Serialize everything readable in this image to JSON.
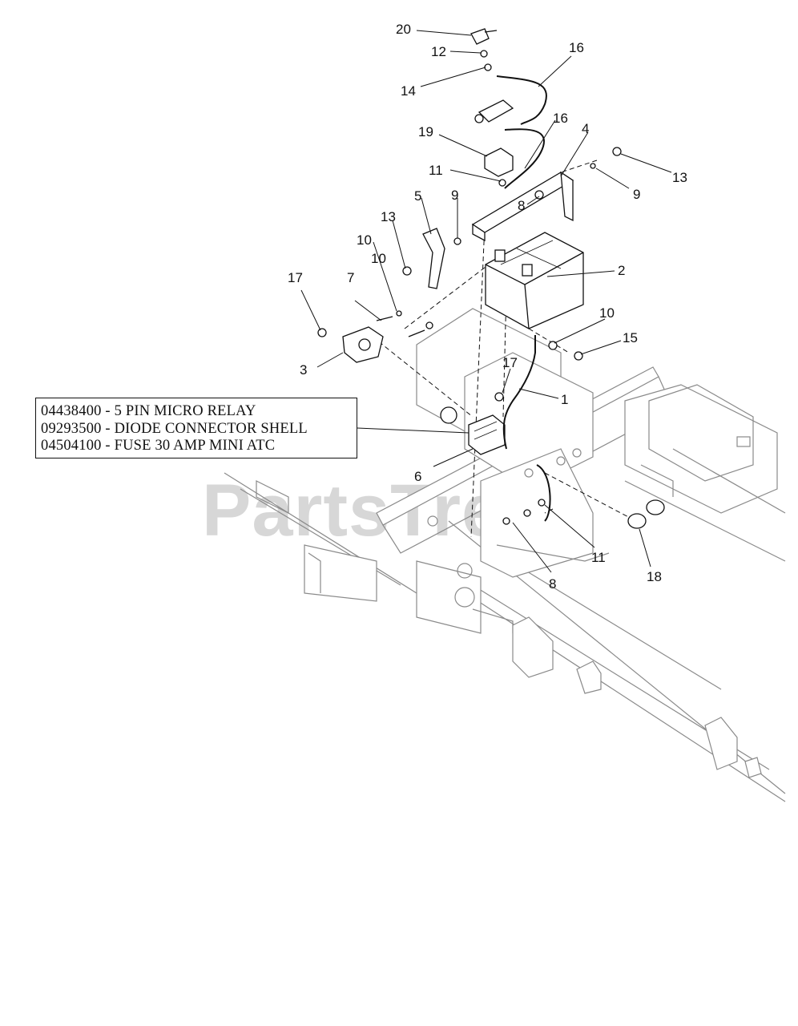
{
  "diagram": {
    "callouts": [
      "20",
      "12",
      "14",
      "16",
      "16",
      "19",
      "4",
      "13",
      "11",
      "9",
      "5",
      "9",
      "13",
      "10",
      "8",
      "2",
      "17",
      "7",
      "10",
      "10",
      "15",
      "3",
      "17",
      "1",
      "6",
      "11",
      "18",
      "8"
    ],
    "part_list": [
      "04438400 - 5 PIN MICRO RELAY",
      "09293500 - DIODE CONNECTOR SHELL",
      "04504100 - FUSE 30 AMP MINI ATC"
    ],
    "watermark": "PartsTree"
  },
  "colors": {
    "ink": "#111111",
    "frame": "#8a8a8a",
    "watermark": "#d7d7d7"
  }
}
